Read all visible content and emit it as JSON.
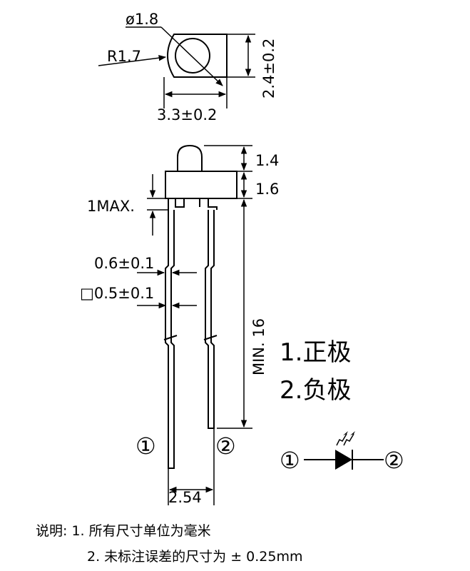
{
  "top_view": {
    "diameter": "ø1.8",
    "radius": "R1.7",
    "height": "2.4±0.2",
    "width": "3.3±0.2"
  },
  "side_view": {
    "dome_height": "1.4",
    "body_height": "1.6",
    "standoff_max": "1MAX.",
    "lead_width": "0.6±0.1",
    "lead_square": "□0.5±0.1",
    "lead_length": "MIN. 16",
    "pitch": "2.54",
    "pin1": "①",
    "pin2": "②"
  },
  "legend": {
    "item1": "1.正极",
    "item2": "2.负极"
  },
  "symbol": {
    "pin1": "①",
    "pin2": "②"
  },
  "notes": {
    "label": "说明: 1. 所有尺寸单位为毫米",
    "line2": "2. 未标注误差的尺寸为 ± 0.25mm"
  }
}
